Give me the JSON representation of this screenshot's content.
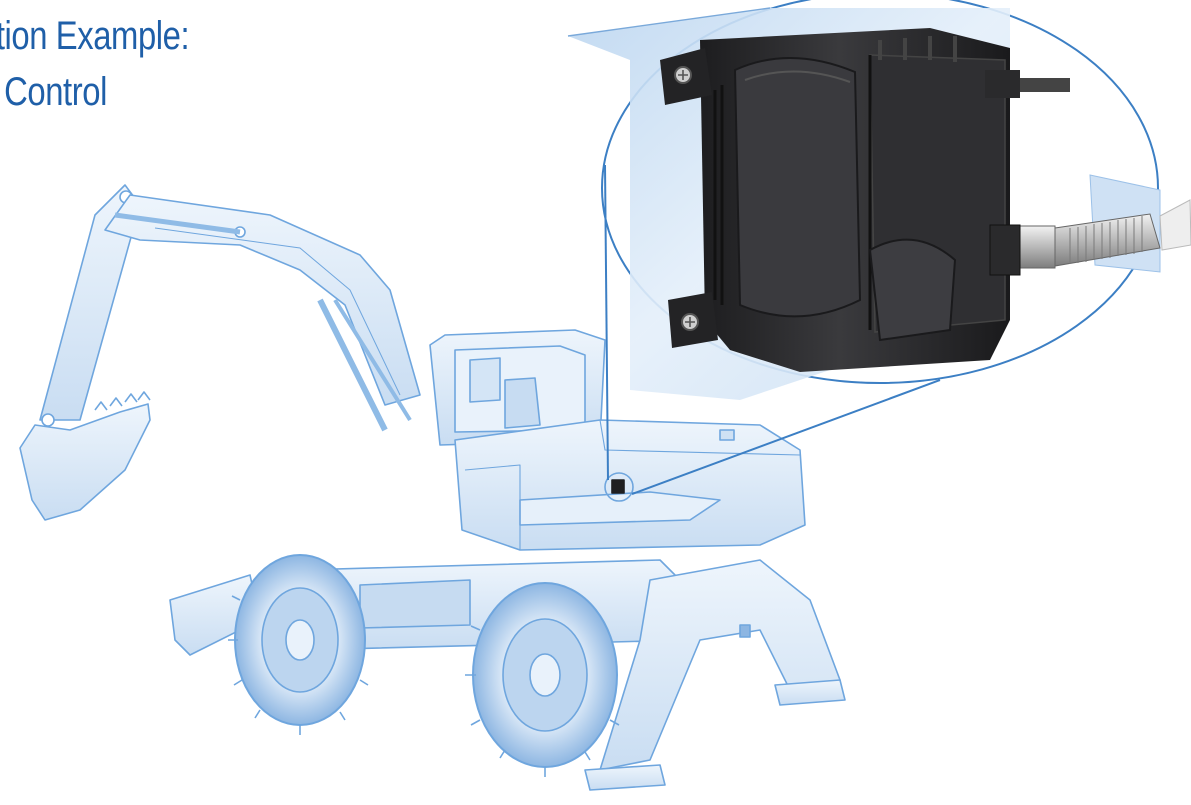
{
  "title": {
    "line1": "cation Example:",
    "line2": "tle Control"
  },
  "colors": {
    "title_blue": "#1f5fa8",
    "illustration_blue": "#6fa6de",
    "illustration_fill": "#dbe9f8",
    "panel_fill": "#cfe1f4",
    "device_dark": "#2a2a2c"
  },
  "icons": {
    "machine": "excavator-illustration",
    "detail": "control-unit-detail",
    "callout": "zoom-callout"
  }
}
